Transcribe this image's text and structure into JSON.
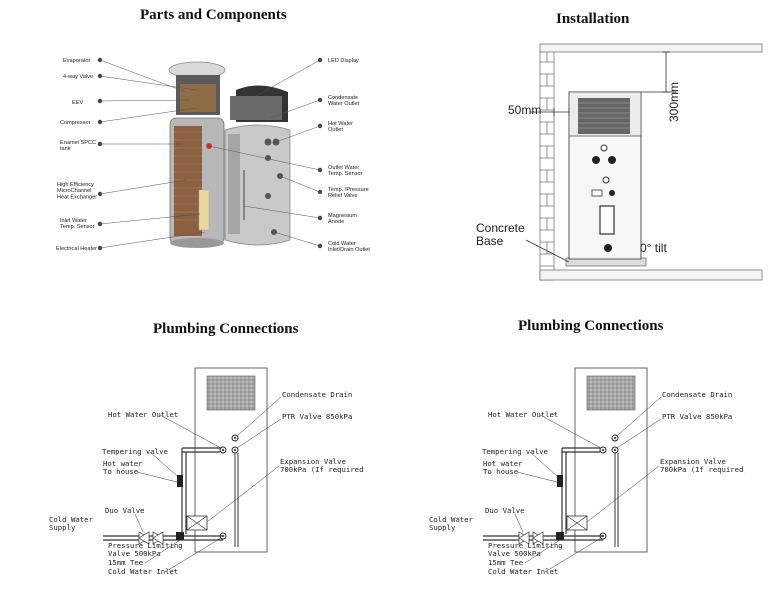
{
  "parts": {
    "title": "Parts and Components",
    "left_labels": [
      "Evaporator",
      "4-way Valve",
      "EEV",
      "Compressor",
      "Enamel SPCC\ntank",
      "High Efficiency\nMicroChannel\nHeat Exchanger",
      "Inlet Water\nTemp. Sensor",
      "Electrical Heater"
    ],
    "right_labels": [
      "LED Display",
      "Condensate\nWater Outlet",
      "Hot Water\nOutlet",
      "Outlet Water\nTemp. Sensor",
      "Temp. /Pressure\nRelief Valve",
      "Magnesium\nAnode",
      "Cold Water\nInlet/Drain Outlet"
    ]
  },
  "installation": {
    "title": "Installation",
    "gap_side": "50mm",
    "gap_top": "300mm",
    "base_label": "Concrete\nBase",
    "tilt_label": "0° tilt"
  },
  "plumbing": {
    "title": "Plumbing Connections",
    "labels": {
      "condensate": "Condensate Drain",
      "hot_outlet": "Hot Water Outlet",
      "ptr": "PTR Valve 850kPa",
      "tempering": "Tempering valve",
      "hot_house": "Hot water\nTo house",
      "expansion": "Expansion Valve\n700kPa (If required)",
      "duo": "Duo Valve",
      "cold_supply": "Cold Water\nSupply",
      "pressure": "Pressure Limiting\nValve 500kPa",
      "tee": "15mm Tee",
      "cold_inlet": "Cold Water Inlet"
    }
  }
}
